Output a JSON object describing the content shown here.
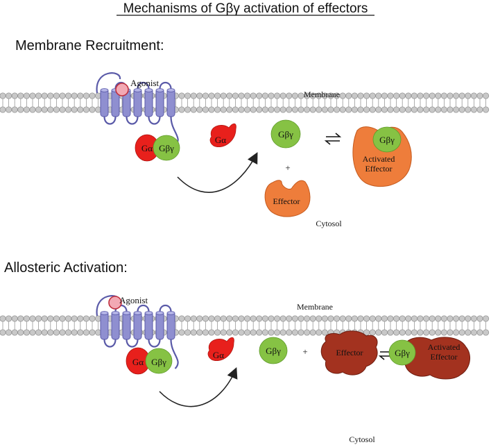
{
  "title": "Mechanisms of Gβγ activation of effectors",
  "colors": {
    "receptor": "#8f8fd0",
    "receptor_stroke": "#5a5aa8",
    "agonist": "#f2a9b4",
    "g_alpha": "#e8201c",
    "g_beta_gamma": "#86c244",
    "effector_orange": "#ee7d3b",
    "effector_dark": "#a3321f",
    "lipid_head": "#c8c8c8",
    "lipid_stroke": "#8a8a8a"
  },
  "panels": [
    {
      "heading": "Membrane Recruitment:",
      "agonist_label": "Agonist",
      "membrane_label": "Membrane",
      "cytosol_label": "Cytosol",
      "g_alpha_label": "Gα",
      "g_beta_gamma_label": "Gβγ",
      "plus_sign": "+",
      "effector_label": "Effector",
      "activated_effector_label": "Activated\nEffector"
    },
    {
      "heading": "Allosteric Activation:",
      "agonist_label": "Agonist",
      "membrane_label": "Membrane",
      "cytosol_label": "Cytosol",
      "g_alpha_label": "Gα",
      "g_beta_gamma_label": "Gβγ",
      "plus_sign": "+",
      "effector_label": "Effector",
      "activated_effector_label": "Activated\nEffector"
    }
  ]
}
